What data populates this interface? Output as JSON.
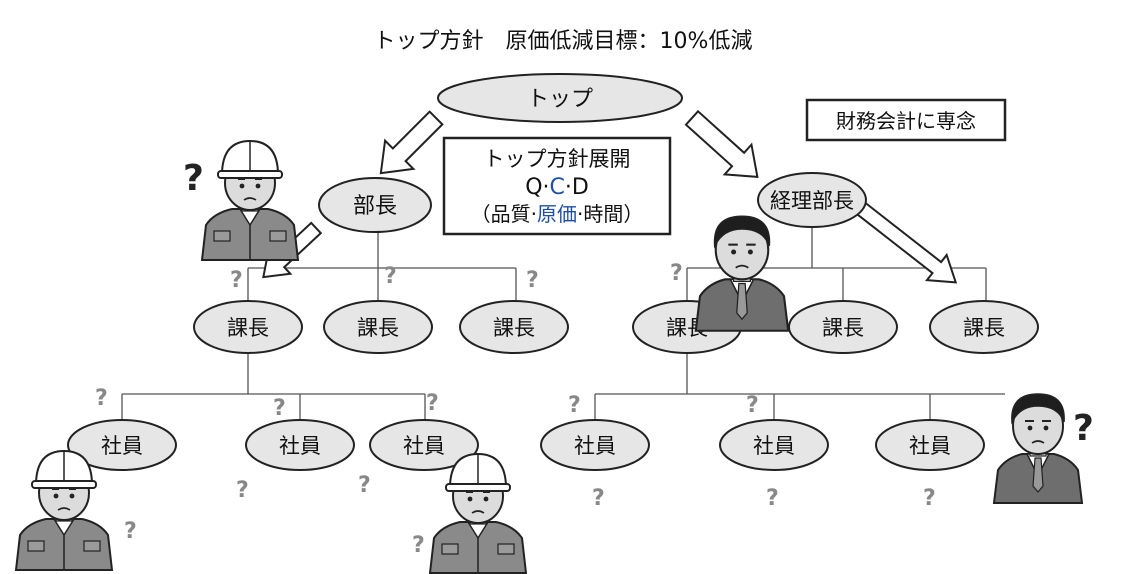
{
  "title": "トップ方針　原価低減目標：10%低減",
  "top_node": "トップ",
  "policy_box": {
    "line1": "トップ方針展開",
    "line2_a": "Q·",
    "line2_b": "C",
    "line2_c": "·D",
    "line3_a": "（品質·",
    "line3_b": "原価",
    "line3_c": "·時間）",
    "highlight_color": "#1f4fa8"
  },
  "finance_box": "財務会計に専念",
  "left_branch": {
    "head": "部長",
    "managers": [
      "課長",
      "課長",
      "課長"
    ],
    "staff": [
      "社員",
      "社員",
      "社員"
    ]
  },
  "right_branch": {
    "head": "経理部長",
    "managers": [
      "課長",
      "課長",
      "課長"
    ],
    "staff": [
      "社員",
      "社員",
      "社員"
    ]
  },
  "question_mark": "?",
  "colors": {
    "node_fill": "#e6e6e6",
    "question": "#888888",
    "outline": "#222222"
  }
}
